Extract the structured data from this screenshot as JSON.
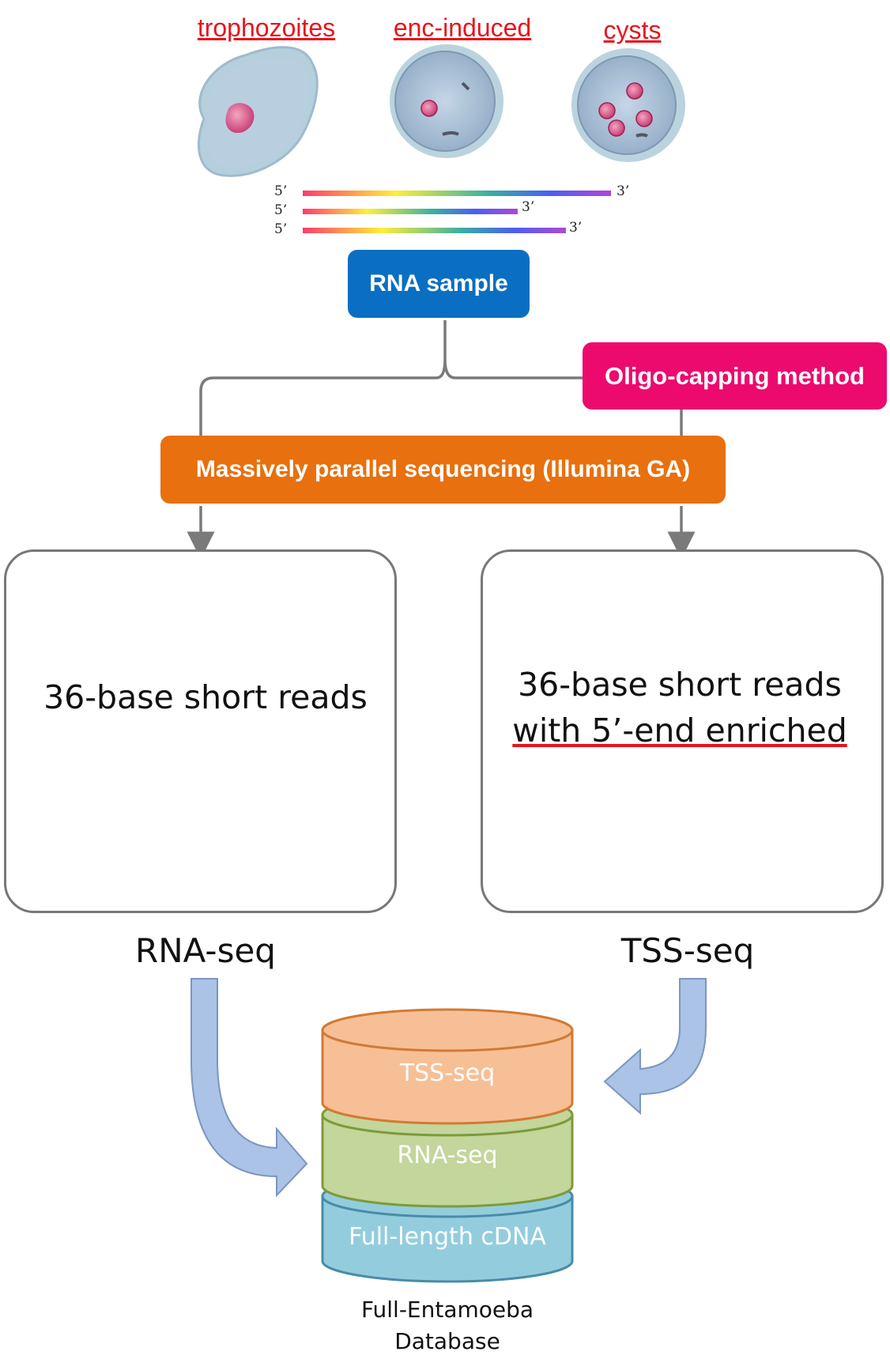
{
  "stages": [
    {
      "label": "trophozoites"
    },
    {
      "label": "enc-induced"
    },
    {
      "label": "cysts"
    }
  ],
  "rna_strands": [
    {
      "five": "5’",
      "three": "3’"
    },
    {
      "five": "5’",
      "three": "3’"
    },
    {
      "five": "5’",
      "three": "3’"
    }
  ],
  "rna_sample": {
    "label": "RNA sample",
    "color": "#0a6fc2"
  },
  "oligo": {
    "label": "Oligo-capping method",
    "color": "#ec0a6e"
  },
  "sequencing": {
    "label": "Massively parallel sequencing (Illumina GA)",
    "color": "#e8700e"
  },
  "left_panel": {
    "reads_label": "36-base short reads",
    "output_label": "RNA-seq"
  },
  "right_panel": {
    "reads_label_line1": "36-base short reads",
    "reads_label_line2": "with 5’-end enriched",
    "output_label": "TSS-seq"
  },
  "database": {
    "layers": [
      {
        "label": "TSS-seq",
        "color": "#f7bf95"
      },
      {
        "label": "RNA-seq",
        "color": "#c3d69b"
      },
      {
        "label": "Full-length cDNA",
        "color": "#93cddd"
      }
    ],
    "caption_line1": "Full-Entamoeba",
    "caption_line2": "Database"
  },
  "colors": {
    "stage_label": "#e8141c",
    "coverage": "#ff0000",
    "tss_peak": "#cc2020",
    "tss_green": "#33cc33",
    "flow_arrow": "#aac3e6",
    "connector": "#7a7a7a"
  }
}
